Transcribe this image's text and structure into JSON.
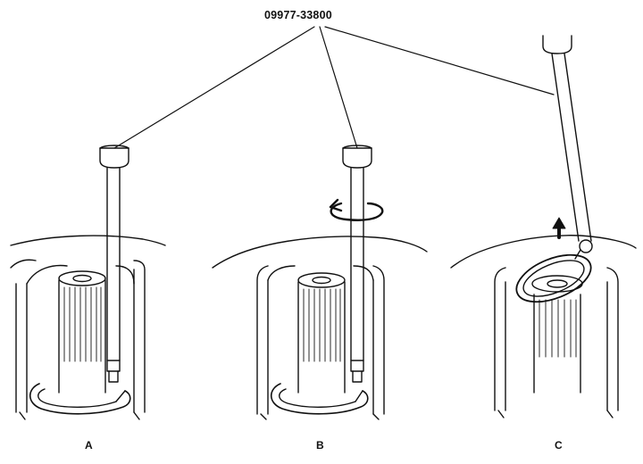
{
  "tool_part_number": "09977-33800",
  "panels": [
    {
      "label": "A"
    },
    {
      "label": "B"
    },
    {
      "label": "C"
    }
  ],
  "colors": {
    "ink": "#111111",
    "paper": "#ffffff"
  }
}
